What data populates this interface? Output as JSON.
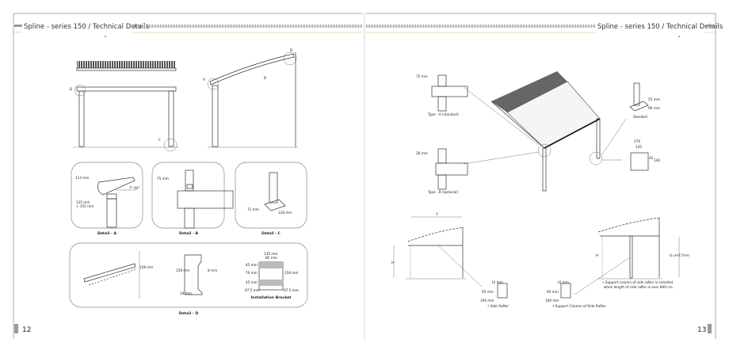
{
  "pages": [
    {
      "header": "Spline - series 150 / Technical Details",
      "page_number": "12",
      "overview_labels": {
        "a": "A",
        "b": "B",
        "c": "C",
        "d": "D",
        "b2": "B"
      },
      "detail_a": {
        "caption": "Detail - A",
        "dim_top": "114 mm",
        "angle": "7°-40°",
        "dim_h1": "125 mm",
        "dim_h2": "> 155 mm"
      },
      "detail_b": {
        "caption": "Detail - B",
        "dim": "75 mm"
      },
      "detail_c": {
        "caption": "Detail - C",
        "dim1": "72 mm",
        "dim2": "128 mm"
      },
      "detail_d": {
        "caption": "Detail - D",
        "dim_gutter": "158 mm",
        "profile_h": "158 mm",
        "profile_t": "8 mm",
        "profile_w": "34 mm",
        "bracket": {
          "w_outer": "135 mm",
          "w_inner": "85 mm",
          "h1": "45 mm",
          "h2": "70 mm",
          "h3": "45 mm",
          "h_total": "158 mm",
          "side_l": "67.5 mm",
          "side_r": "67.5 mm",
          "caption": "Installation Bracket"
        }
      }
    },
    {
      "header": "Spline - series 150 / Technical Details",
      "page_number": "13",
      "type_a": {
        "dim": "75 mm",
        "caption": "Type - A (standart)"
      },
      "type_b": {
        "dim": "28 mm",
        "caption": "Type - B (optional)"
      },
      "standart": {
        "dim1": "55 mm",
        "dim2": "90 mm",
        "caption": "Standart"
      },
      "profile": {
        "w1": "176",
        "w2": "145",
        "h": "144",
        "inner": "42"
      },
      "side_view": {
        "y_label": "Y",
        "h_label": "H"
      },
      "side_rafter": {
        "t": "t2 mm",
        "h": "95 mm",
        "w": "100 mm",
        "caption": "• Side Rafter"
      },
      "support_view": {
        "h_label": "H",
        "g_label": "G=H-17mm",
        "note_line1": "• Support column of side rafter is installed",
        "note_line2": "when lenght of side rafter is over 800 cm."
      },
      "support_column": {
        "t": "t2 mm",
        "h": "95 mm",
        "w": "100 mm",
        "caption": "• Support Column of Side Rafter"
      }
    }
  ],
  "colors": {
    "accent_line": "#d6e08a",
    "marker": "#999999",
    "text": "#333333"
  }
}
